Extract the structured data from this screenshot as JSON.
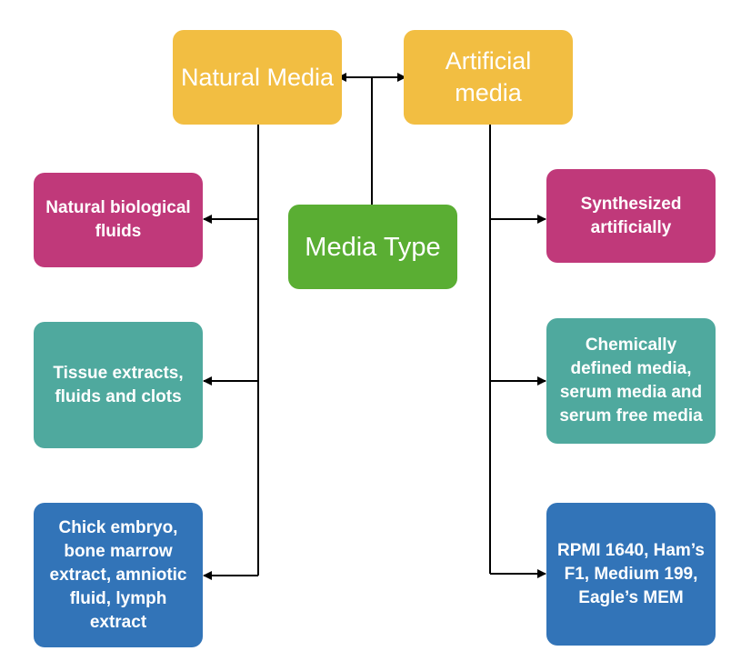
{
  "colors": {
    "yellow": "#F2BE42",
    "magenta": "#C0397A",
    "teal": "#4FA99E",
    "blue": "#3274B8",
    "green": "#5AAE33",
    "line": "#000000"
  },
  "root": {
    "label": "Media Type"
  },
  "natural": {
    "label": "Natural Media",
    "items": [
      "Natural biological fluids",
      "Tissue extracts, fluids and clots",
      "Chick embryo, bone marrow extract, amniotic fluid, lymph extract"
    ]
  },
  "artificial": {
    "label": "Artificial media",
    "items": [
      "Synthesized artificially",
      "Chemically defined media, serum media and serum free media",
      "RPMI 1640, Ham’s F1, Medium 199, Eagle’s MEM"
    ]
  }
}
